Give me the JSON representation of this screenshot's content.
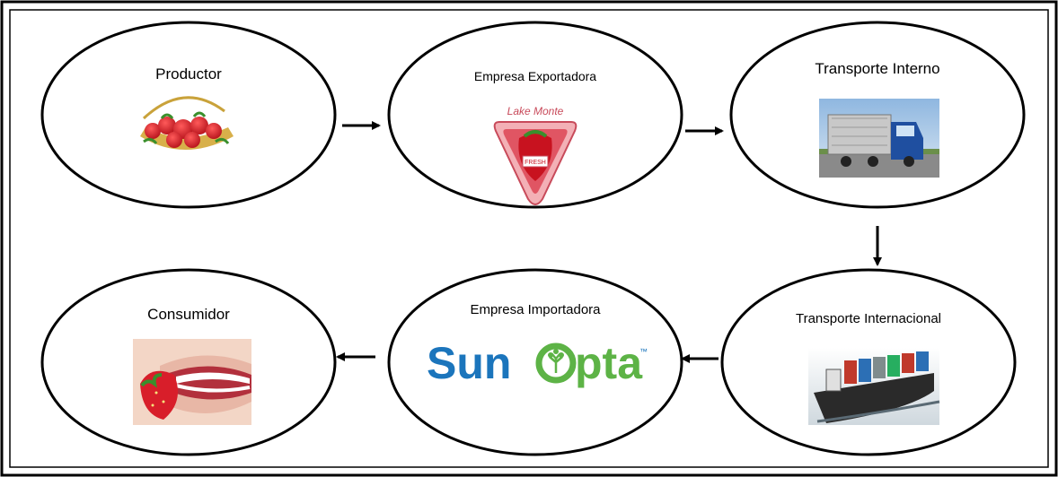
{
  "nodes": {
    "productor": {
      "label": "Productor",
      "image": "strawberry-basket"
    },
    "exportadora": {
      "label": "Empresa Exportadora",
      "image": "strawberry-brand-logo",
      "logo_text": "Lake Monte",
      "badge_text": "FRESH"
    },
    "transporte_interno": {
      "label": "Transporte Interno",
      "image": "truck"
    },
    "transporte_internacional": {
      "label": "Transporte Internacional",
      "image": "container-ship"
    },
    "importadora": {
      "label": "Empresa Importadora",
      "image": "sunopta-logo",
      "logo_text_blue": "Sun",
      "logo_text_green": "pta",
      "tm": "™"
    },
    "consumidor": {
      "label": "Consumidor",
      "image": "mouth-strawberry"
    }
  },
  "colors": {
    "border": "#000000",
    "sunopta_blue": "#1b75bc",
    "sunopta_green": "#5db346",
    "strawberry_red": "#d81e2a",
    "leaf_green": "#3a8f2c",
    "truck_blue": "#1f4fa0",
    "sky": "#a9c8e6",
    "road": "#8a8a8a",
    "sea": "#6a7f8e"
  },
  "flow": [
    "productor",
    "exportadora",
    "transporte_interno",
    "transporte_internacional",
    "importadora",
    "consumidor"
  ]
}
